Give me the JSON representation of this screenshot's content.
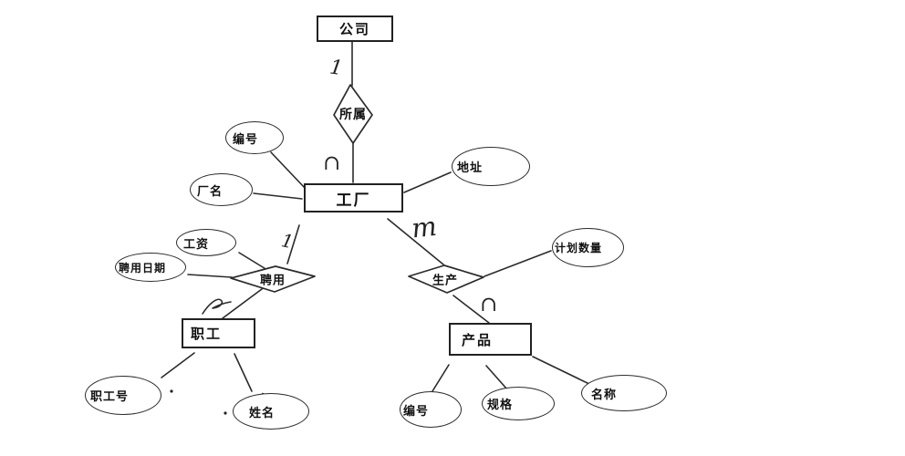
{
  "diagram": {
    "type": "entity-relationship",
    "entities": {
      "company": {
        "label": "公司"
      },
      "factory": {
        "label": "工厂"
      },
      "employee": {
        "label": "职工"
      },
      "product": {
        "label": "产品"
      }
    },
    "relationships": {
      "belongs": {
        "label": "所属",
        "connects": [
          "公司",
          "工厂"
        ]
      },
      "hire": {
        "label": "聘用",
        "connects": [
          "工厂",
          "职工"
        ]
      },
      "produce": {
        "label": "生产",
        "connects": [
          "工厂",
          "产品"
        ]
      }
    },
    "attributes": {
      "factory_no": {
        "label": "编号",
        "owner": "工厂"
      },
      "factory_name": {
        "label": "厂名",
        "owner": "工厂"
      },
      "address": {
        "label": "地址",
        "owner": "工厂"
      },
      "salary": {
        "label": "工资",
        "owner": "聘用"
      },
      "hire_date": {
        "label": "聘用日期",
        "owner": "聘用"
      },
      "employee_no": {
        "label": "职工号",
        "owner": "职工"
      },
      "emp_name": {
        "label": "姓名",
        "owner": "职工"
      },
      "plan_qty": {
        "label": "计划数量",
        "owner": "生产"
      },
      "product_no": {
        "label": "编号",
        "owner": "产品"
      },
      "spec": {
        "label": "规格",
        "owner": "产品"
      },
      "product_name": {
        "label": "名称",
        "owner": "产品"
      }
    },
    "cardinalities": {
      "company_belongs": {
        "label": "1",
        "display": "1"
      },
      "belongs_factory": {
        "label": "n",
        "display": "∩"
      },
      "factory_hire": {
        "label": "1",
        "display": "1"
      },
      "factory_produce": {
        "label": "m",
        "display": "m"
      },
      "produce_product": {
        "label": "n",
        "display": "∩"
      },
      "hire_employee": {
        "label": "n",
        "note": "handwritten squiggle above 职工"
      }
    },
    "colors": {
      "line": "#2b2b2b",
      "text": "#111111",
      "background": "#ffffff"
    }
  }
}
